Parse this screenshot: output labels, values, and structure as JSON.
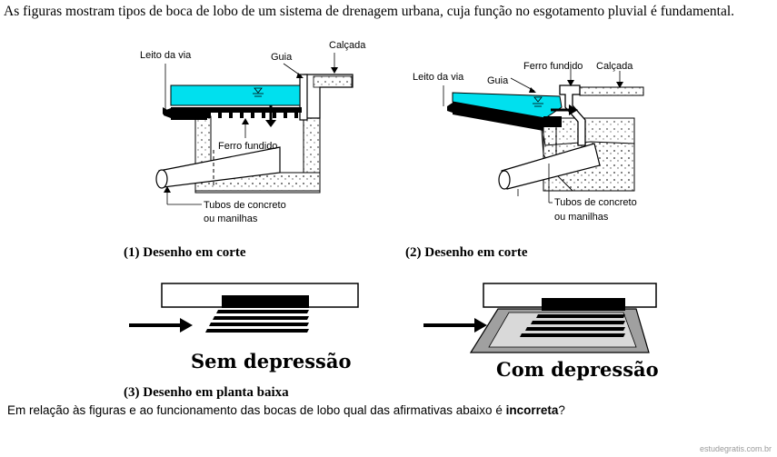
{
  "intro_text": "As figuras mostram tipos de boca de lobo de um sistema de drenagem urbana, cuja função no esgotamento pluvial é fundamental.",
  "figure1": {
    "leito": "Leito da via",
    "guia": "Guia",
    "calcada": "Calçada",
    "ferro": "Ferro fundido",
    "tubos_line1": "Tubos de concreto",
    "tubos_line2": "ou manilhas"
  },
  "figure2": {
    "leito": "Leito da via",
    "guia": "Guia",
    "ferro": "Ferro fundido",
    "calcada": "Calçada",
    "tubos_line1": "Tubos de concreto",
    "tubos_line2": "ou manilhas"
  },
  "captions": {
    "cap1": "(1) Desenho em corte",
    "cap2": "(2) Desenho em corte",
    "cap3": "(3) Desenho em  planta baixa"
  },
  "plan": {
    "sem": "Sem depressão",
    "com": "Com depressão"
  },
  "question": {
    "before": "Em relação às figuras e ao funcionamento das bocas de lobo qual das afirmativas abaixo é ",
    "bold": "incorreta",
    "after": "?"
  },
  "watermark": "estudegratis.com.br",
  "colors": {
    "water": "#00e0ee",
    "grate": "#000000",
    "text": "#000000"
  }
}
